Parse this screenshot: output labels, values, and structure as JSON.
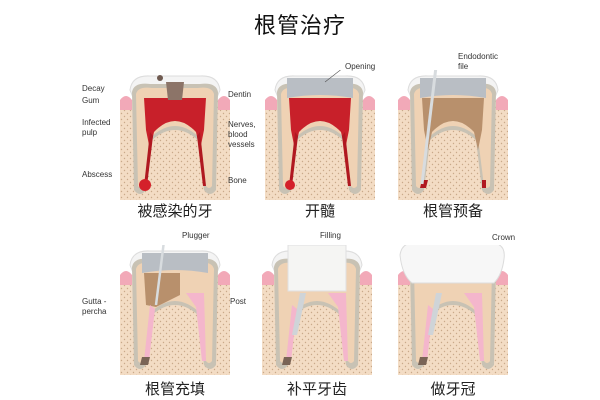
{
  "title": "根管治疗",
  "colors": {
    "bone": "#f3dcc4",
    "bone_dots": "#c9a98a",
    "gum": "#f2a9b8",
    "dentin": "#efd2b4",
    "enamel": "#f4f4f4",
    "pulp_infected": "#c8202a",
    "pulp_clean": "#f0c7d2",
    "gutta_percha": "#f4b6cc",
    "metal": "#b9bec4",
    "cementum": "#c8c2b4",
    "file_handle": "#4a8fd8"
  },
  "panels": [
    {
      "id": "infected",
      "caption": "被感染的牙",
      "labels": {
        "decay": "Decay",
        "gum": "Gum",
        "infected_pulp_1": "Infected",
        "infected_pulp_2": "pulp",
        "abscess": "Abscess",
        "dentin": "Dentin",
        "nerves_1": "Nerves,",
        "nerves_2": "blood",
        "nerves_3": "vessels",
        "bone": "Bone"
      }
    },
    {
      "id": "opening",
      "caption": "开髓",
      "labels": {
        "opening": "Opening"
      }
    },
    {
      "id": "preparation",
      "caption": "根管预备",
      "labels": {
        "file_1": "Endodontic",
        "file_2": "file"
      }
    },
    {
      "id": "filling",
      "caption": "根管充填",
      "labels": {
        "plugger": "Plugger",
        "gutta_1": "Gutta -",
        "gutta_2": "percha"
      }
    },
    {
      "id": "restore",
      "caption": "补平牙齿",
      "labels": {
        "post": "Post",
        "filling": "Filling"
      }
    },
    {
      "id": "crown",
      "caption": "做牙冠",
      "labels": {
        "crown": "Crown"
      }
    }
  ]
}
